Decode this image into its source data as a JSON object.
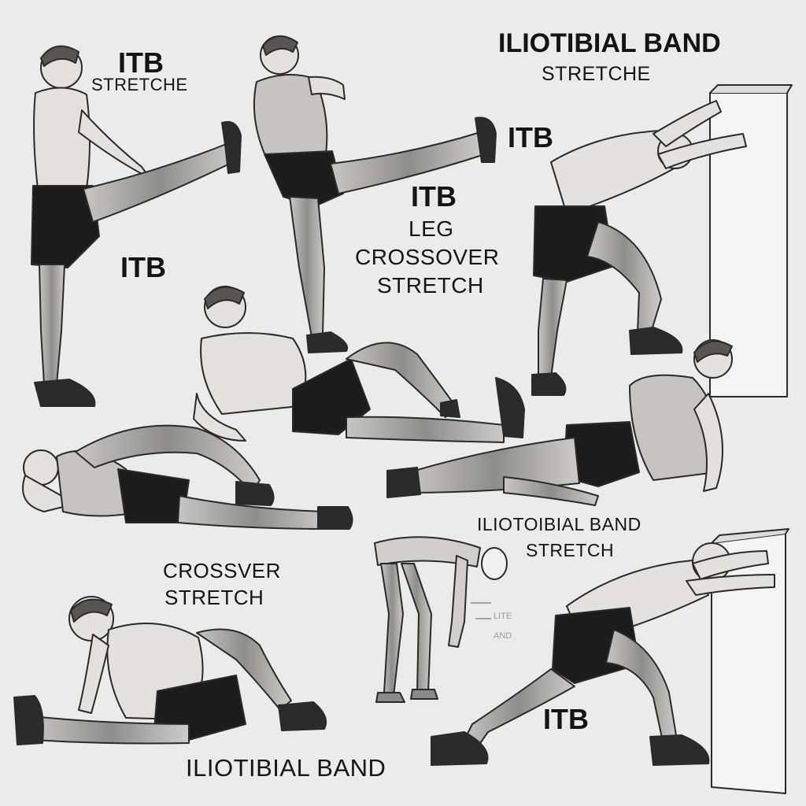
{
  "labels": {
    "itb_top_left": "ITB",
    "stretch_top_left": "STRETCHE",
    "title_line1": "ILIOTIBIAL BAND",
    "title_line2": "STRETCHE",
    "itb_top_center": "ITB",
    "itb_center": "ITB",
    "leg_crossover_line1": "LEG",
    "leg_crossover_line2": "CROSSOVER",
    "leg_crossover_line3": "STRETCH",
    "itb_left": "ITB",
    "iliotoibial_line1": "ILIOTOIBIAL BAND",
    "iliotoibial_line2": "STRETCH",
    "crossover_line1": "CROSSVER",
    "crossover_line2": "STRETCH",
    "faint_line1": "LITE",
    "faint_line2": "AND",
    "itb_bottom_right": "ITB",
    "bottom_label": "ILIOTIBIAL BAND"
  },
  "palette": {
    "background": "#ebebeb",
    "skin": "#e4e0dc",
    "shorts": "#1c1c1c",
    "outline": "#2a2a2a",
    "muscle": "#9a9a9a",
    "shoe": "#2b2b2b",
    "wall": "#f4f4f4"
  }
}
